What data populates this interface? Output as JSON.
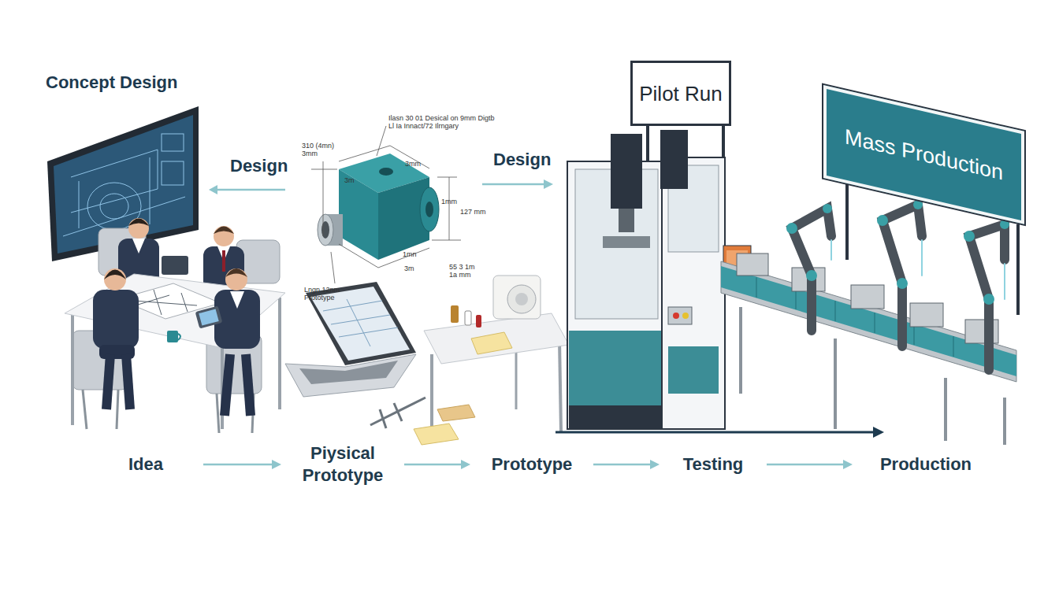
{
  "diagram": {
    "nodes": [
      {
        "text": [
          "Idea"
        ]
      },
      {
        "text": [
          "Piysical Prototype"
        ]
      },
      {
        "text": [
          "Prototype"
        ]
      },
      {
        "text": [
          "Testing"
        ]
      },
      {
        "text": [
          "Production"
        ]
      },
      {
        "text": [
          "Pilot Run"
        ]
      },
      {
        "text": [
          "Mass Production"
        ]
      }
    ],
    "edges": [
      {
        "from": 0,
        "to": 1,
        "arrow": "to"
      },
      {
        "from": 1,
        "to": 2,
        "arrow": "to"
      },
      {
        "from": 2,
        "to": 3,
        "arrow": "to"
      },
      {
        "from": 3,
        "to": 4,
        "arrow": "to"
      }
    ],
    "labels": [
      "Concept Design",
      "Design",
      "Design",
      "Ilasn 30 01 Desical on 9mm Digtb Ll Ia Innact/72 Ilrngary",
      "310 (4mn) 3mm",
      "3m",
      "3mm",
      "1mm",
      "127 mm",
      "1mn",
      "3m",
      "55 3 1m 1a mm",
      "Lngn 12nm Prototype"
    ]
  }
}
